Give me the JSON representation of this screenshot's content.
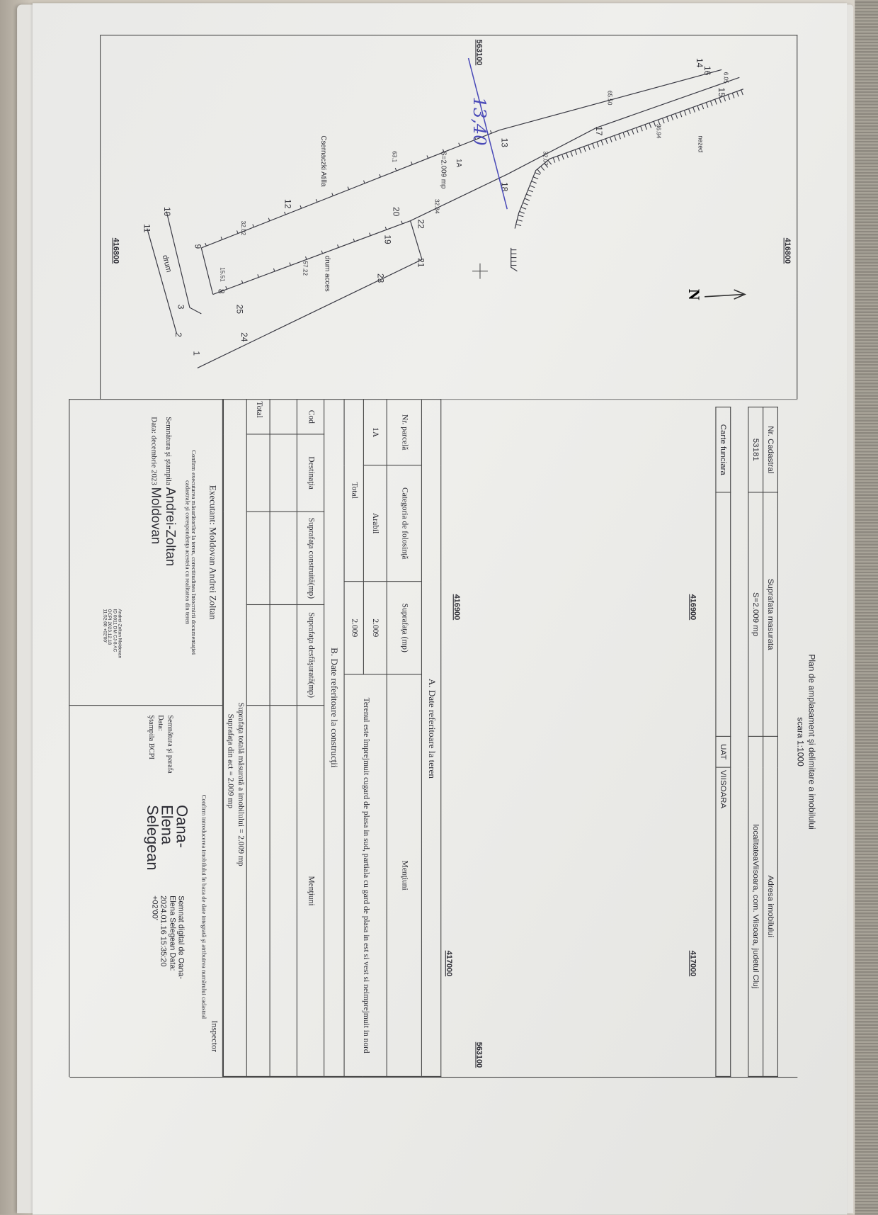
{
  "header": {
    "title": "Plan de amplasament şi delimitare a imobilului",
    "scale": "scara 1:1000",
    "col_nr_cadastral": "Nr. Cadastral",
    "col_suprafata": "Suprafata masurata",
    "col_adresa": "Adresa imobilului",
    "nr_cadastral": "53181",
    "suprafata": "S=2.009 mp",
    "adresa": "localitateaViisoara, com. Viisoara, judetul Cluj",
    "carte_funciara_label": "Carte funciara",
    "carte_funciara_value": "",
    "uat_label": "UAT",
    "uat_value": "VIISOARA"
  },
  "grid_labels": {
    "x1": "416800",
    "x2": "416900",
    "x3": "417000",
    "y1": "563100"
  },
  "map": {
    "north": "N",
    "parcel_id": "1A",
    "parcel_area": "S=2.009 mp",
    "neighbor": "Csernaczki Atilla",
    "road": "drum",
    "access_road": "drum acces",
    "top_label": "nezed",
    "handwritten": "13,40",
    "points": [
      "16",
      "14",
      "15",
      "17",
      "13",
      "18",
      "22",
      "20",
      "19",
      "21",
      "23",
      "12",
      "10",
      "11",
      "9",
      "8",
      "25",
      "24",
      "3",
      "2",
      "1"
    ],
    "distances": [
      "6.05",
      "65.50",
      "36.94",
      "32.07",
      "32.84",
      "63.1",
      "32.02",
      "57.22",
      "15.51"
    ]
  },
  "section_a": {
    "title": "A.  Date referitoare la teren",
    "headers": [
      "Nr. parcelă",
      "Categoria de folosinţă",
      "Suprafaţa (mp)",
      "Menţiuni"
    ],
    "row": {
      "nr": "1A",
      "categorie": "Arabil",
      "suprafata": "2.009"
    },
    "mentiuni": "Terenul este împrejmuit cugard de plasa in sud, partiala cu gard de plasa in est si vest si neimprejmuit in nord",
    "total_label": "Total",
    "total_value": "2.009"
  },
  "section_b": {
    "title": "B.  Date referitoare la construcţii",
    "headers": [
      "Cod",
      "Destinaţia",
      "Suprafaţa construită(mp)",
      "Suprafaţa desfăşurată(mp)",
      "Menţiuni"
    ],
    "total_label": "Total"
  },
  "totals": {
    "masurata": "Suprafaţa totală măsurată a imobilului = 2.009 mp",
    "din_act": "Suprafaţa din act = 2.009 mp"
  },
  "executant": {
    "title": "Executant:  Moldovan Andrei Zoltan",
    "confirm": "Confirm executarea măsurătorilor la teren, corectitudinea întocmirii documentaţiei cadastrale şi corespondenţa acesteia cu realitatea din teren",
    "sig_label": "Semnătura şi ştampila",
    "sig_name1": "Andrei-Zoltan",
    "date_label": "Data: decembrie 2023",
    "sig_name2": "Moldovan",
    "digital": "Andrei-Zoltan Moldovan ID 0011 DM CJ-8 AC OCPI 2023.12.18 11:52:08 +02'00'"
  },
  "inspector": {
    "title": "Inspector",
    "confirm": "Confirm introducerea imobilului în baza de date integrată şi atribuirea numărului cadastral",
    "sig_label": "Semnătura şi parafa",
    "date_label": "Data:",
    "stamp_label": "Ştampila BCPI",
    "name1": "Oana-",
    "name2": "Elena",
    "name3": "Selegean",
    "digital": "Semnat digital de Oana-Elena Selegean Data: 2024.01.16 15:35:20 +02'00'"
  }
}
